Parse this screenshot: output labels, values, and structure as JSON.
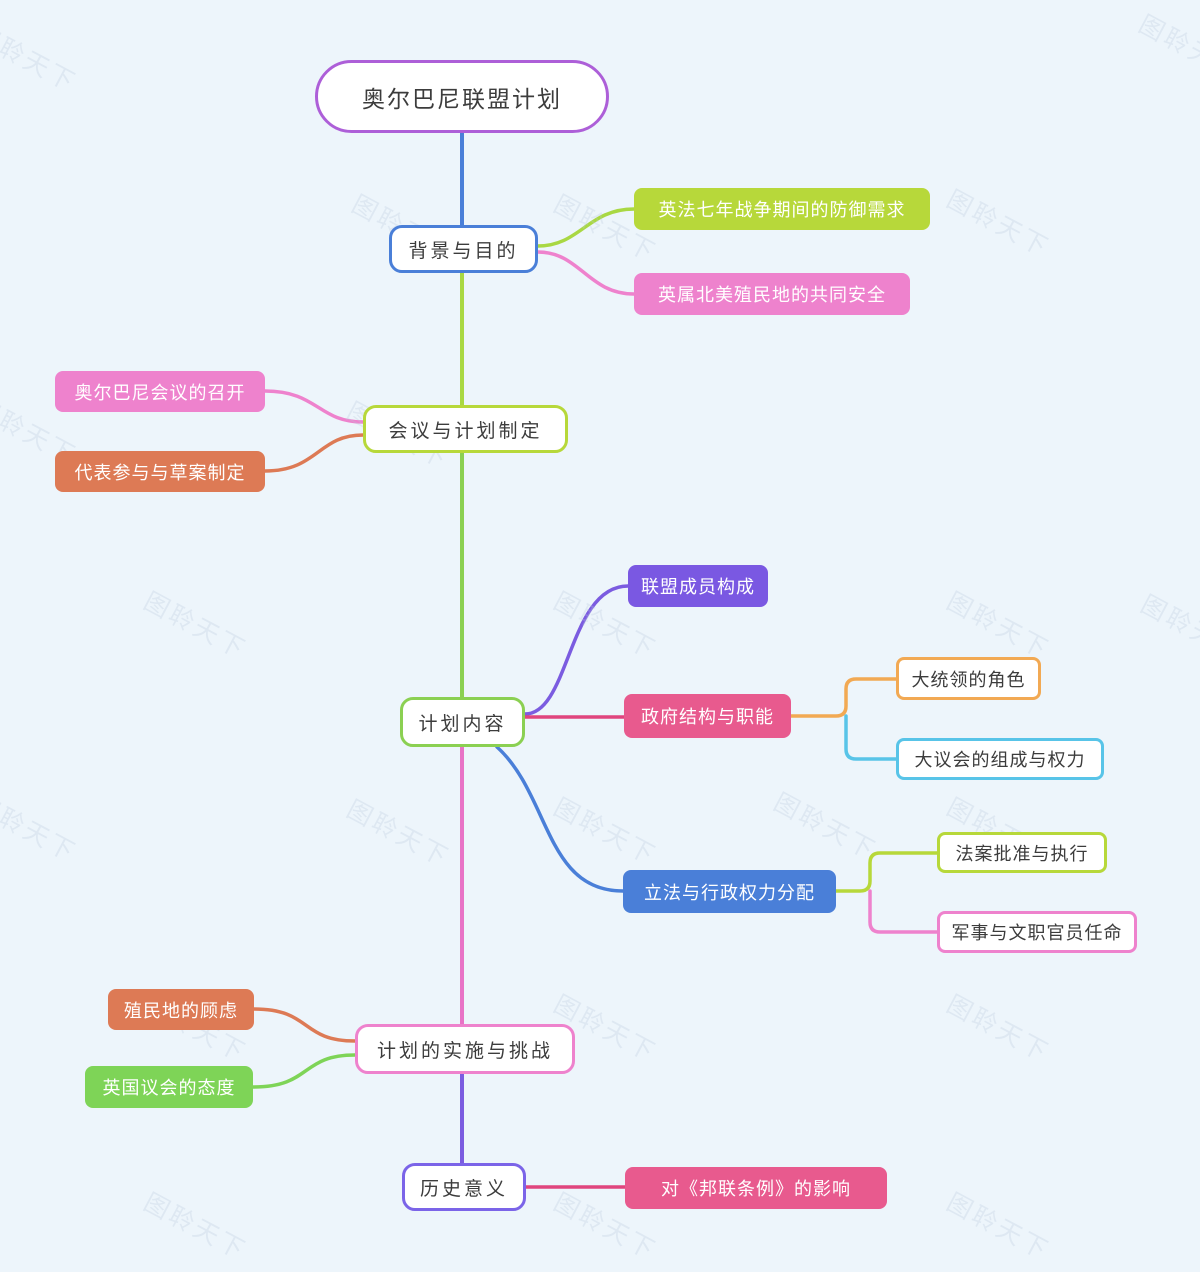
{
  "mindmap": {
    "root": {
      "label": "奥尔巴尼联盟计划"
    },
    "branches": [
      {
        "label": "背景与目的",
        "children": [
          {
            "label": "英法七年战争期间的防御需求"
          },
          {
            "label": "英属北美殖民地的共同安全"
          }
        ]
      },
      {
        "label": "会议与计划制定",
        "children": [
          {
            "label": "奥尔巴尼会议的召开"
          },
          {
            "label": "代表参与与草案制定"
          }
        ]
      },
      {
        "label": "计划内容",
        "children": [
          {
            "label": "联盟成员构成"
          },
          {
            "label": "政府结构与职能",
            "children": [
              {
                "label": "大统领的角色"
              },
              {
                "label": "大议会的组成与权力"
              }
            ]
          },
          {
            "label": "立法与行政权力分配",
            "children": [
              {
                "label": "法案批准与执行"
              },
              {
                "label": "军事与文职官员任命"
              }
            ]
          }
        ]
      },
      {
        "label": "计划的实施与挑战",
        "children": [
          {
            "label": "殖民地的顾虑"
          },
          {
            "label": "英国议会的态度"
          }
        ]
      },
      {
        "label": "历史意义",
        "children": [
          {
            "label": "对《邦联条例》的影响"
          }
        ]
      }
    ]
  },
  "watermark_text": "图聆天下",
  "palette": {
    "background": "#edf5fb",
    "text_dark": "#3c3c3c",
    "purple_root": "#ad5fd8",
    "blue": "#4a7fd8",
    "lime": "#b7d83a",
    "lime_line": "#a9d843",
    "green": "#8bd052",
    "green_leaf": "#7ed457",
    "pink": "#ee82cd",
    "pink_line": "#e873c6",
    "orange_salmon": "#dd7a55",
    "violet": "#7a58e2",
    "violet_line": "#7b5ce0",
    "indigo_border": "#7b64e8",
    "rose": "#e85a8e",
    "rose_line": "#e0457e",
    "orange_border": "#f2a953",
    "cyan": "#58c4e8",
    "watermark": "#b9c9dd"
  }
}
